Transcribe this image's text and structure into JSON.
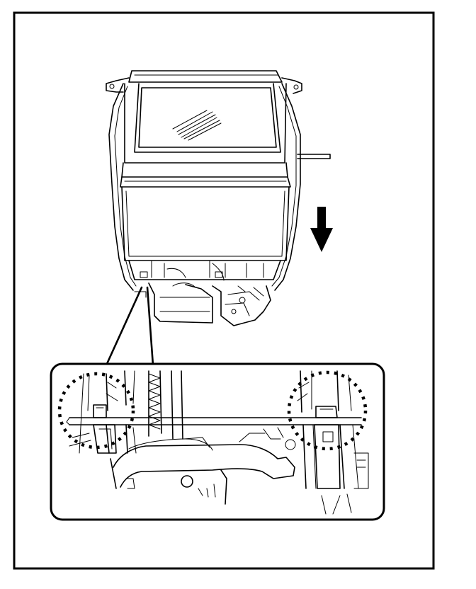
{
  "figure": {
    "frame_color": "#000000",
    "background": "#ffffff",
    "arrow_direction": "down",
    "callout_markers": "dotted-circle",
    "callout_marker_count": 2
  }
}
